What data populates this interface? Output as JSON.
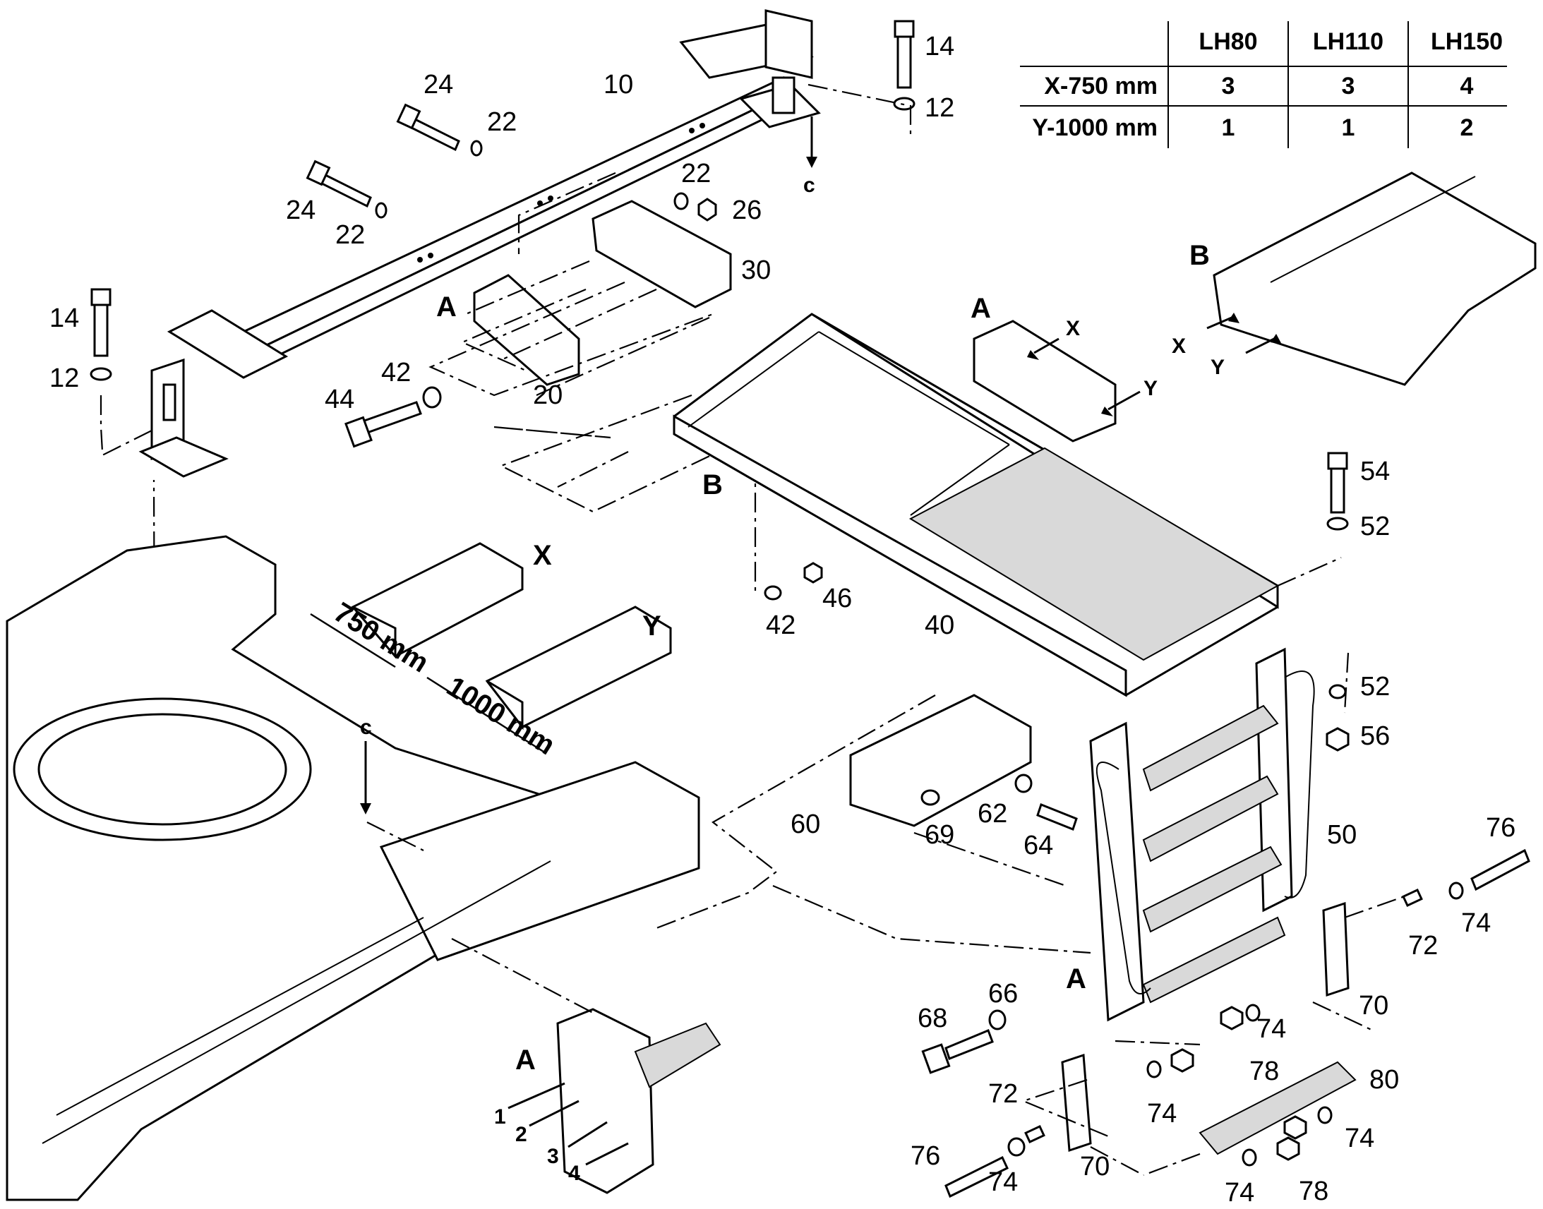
{
  "table": {
    "headers": [
      "",
      "LH80",
      "LH110",
      "LH150"
    ],
    "rows": [
      {
        "label": "X-750 mm",
        "values": [
          "3",
          "3",
          "4"
        ]
      },
      {
        "label": "Y-1000 mm",
        "values": [
          "1",
          "1",
          "2"
        ]
      }
    ]
  },
  "part_numbers": {
    "p10": "10",
    "p12a": "12",
    "p12b": "12",
    "p14a": "14",
    "p14b": "14",
    "p20": "20",
    "p22a": "22",
    "p22b": "22",
    "p22c": "22",
    "p24a": "24",
    "p24b": "24",
    "p26": "26",
    "p30": "30",
    "p40": "40",
    "p42a": "42",
    "p42b": "42",
    "p44": "44",
    "p46": "46",
    "p50": "50",
    "p52a": "52",
    "p52b": "52",
    "p54": "54",
    "p56": "56",
    "p60": "60",
    "p62": "62",
    "p64": "64",
    "p66": "66",
    "p68": "68",
    "p69": "69",
    "p70a": "70",
    "p70b": "70",
    "p72a": "72",
    "p72b": "72",
    "p74a": "74",
    "p74b": "74",
    "p74c": "74",
    "p74d": "74",
    "p74e": "74",
    "p74f": "74",
    "p76a": "76",
    "p76b": "76",
    "p78a": "78",
    "p78b": "78",
    "p80": "80"
  },
  "view_labels": {
    "a1": "A",
    "a2": "A",
    "a3": "A",
    "a4": "A",
    "b1": "B",
    "b2": "B",
    "c1": "c",
    "c2": "c",
    "x_track": "X",
    "y_track": "Y",
    "x_a": "X",
    "y_a": "Y",
    "x_b": "X",
    "y_b": "Y"
  },
  "dimensions": {
    "d750": "750 mm",
    "d1000": "1000 mm"
  },
  "hole_numbers": [
    "1",
    "2",
    "3",
    "4"
  ]
}
